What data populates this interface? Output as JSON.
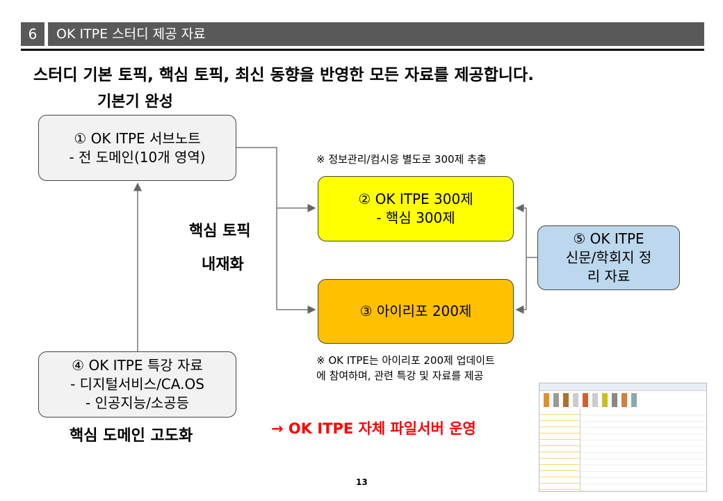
{
  "header": {
    "number": "6",
    "title": "OK ITPE 스터디 제공 자료"
  },
  "headline": "스터디 기본 토픽, 핵심 토픽, 최신 동향을 반영한 모든 자료를 제공합니다.",
  "labels": {
    "basic": "기본기 완성",
    "core1": "핵심 토픽",
    "core2": "내재화",
    "domain": "핵심 도메인 고도화",
    "server": "→ OK ITPE 자체 파일서버 운영"
  },
  "boxes": [
    {
      "line1": "① OK ITPE 서브노트",
      "line2": "- 전 도메인(10개 영역)"
    },
    {
      "line1": "② OK ITPE 300제",
      "line2": "- 핵심 300제"
    },
    {
      "line1": "③ 아이리포 200제"
    },
    {
      "line1": "④ OK ITPE 특강 자료",
      "line2": "-   디지털서비스/CA.OS",
      "line3": "-   인공지능/소공등"
    },
    {
      "line1": "⑤ OK ITPE",
      "line2": "신문/학회지 정",
      "line3": "리 자료"
    }
  ],
  "notes": {
    "n1": "※ 정보관리/컴시응 별도로 300제 추출",
    "n2a": "※ OK ITPE는 아이리포 200제 업데이트",
    "n2b": "에 참여하며, 관련 특강 및 자료를 제공"
  },
  "page_number": "13",
  "colors": {
    "yellow": "#ffff00",
    "orange": "#ffc000",
    "blue": "#bdd7ee",
    "gray": "#f2f2f2",
    "red": "#ff0000"
  }
}
